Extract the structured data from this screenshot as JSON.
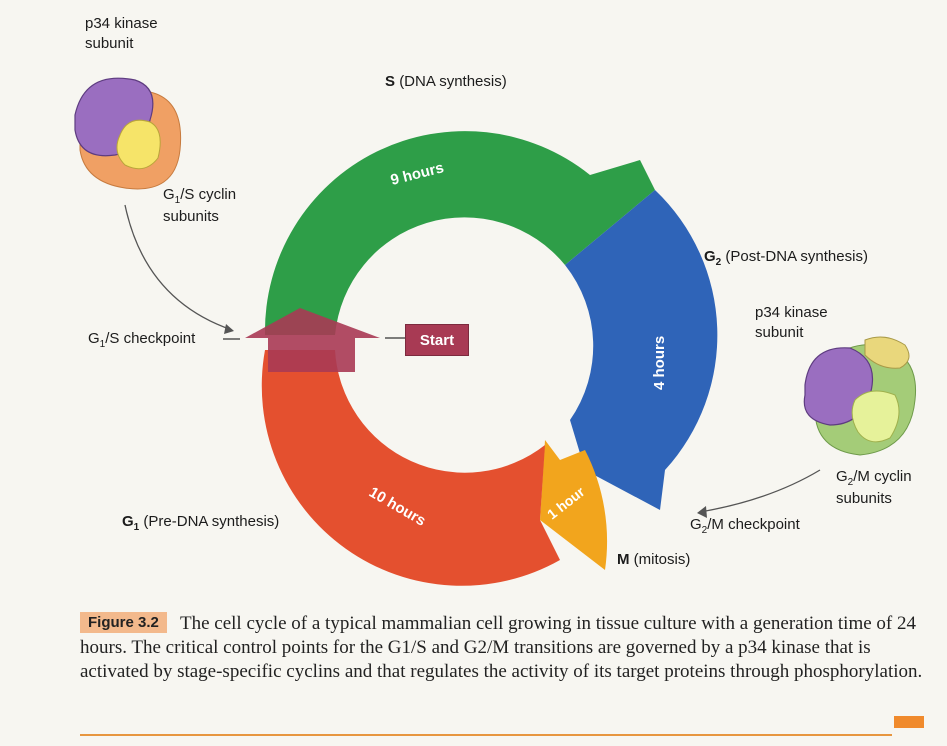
{
  "diagram": {
    "phase_s": {
      "letter": "S",
      "description": "(DNA synthesis)",
      "duration": "9 hours"
    },
    "phase_g2": {
      "letter": "G",
      "sub": "2",
      "description": "(Post-DNA synthesis)",
      "duration": "4 hours"
    },
    "phase_m": {
      "letter": "M",
      "description": "(mitosis)",
      "duration": "1 hour"
    },
    "phase_g1": {
      "letter": "G",
      "sub": "1",
      "description": "(Pre-DNA synthesis)",
      "duration": "10 hours"
    },
    "start_label": "Start",
    "g1s_checkpoint": {
      "prefix": "G",
      "sub": "1",
      "suffix": "/S checkpoint"
    },
    "g2m_checkpoint": {
      "prefix": "G",
      "sub": "2",
      "suffix": "/M checkpoint"
    },
    "complex_top": {
      "kinase_line1": "p34 kinase",
      "kinase_line2": "subunit",
      "cyclin_prefix": "G",
      "cyclin_sub": "1",
      "cyclin_suffix": "/S cyclin",
      "cyclin_line2": "subunits"
    },
    "complex_right": {
      "kinase_line1": "p34 kinase",
      "kinase_line2": "subunit",
      "cyclin_prefix": "G",
      "cyclin_sub": "2",
      "cyclin_suffix": "/M cyclin",
      "cyclin_line2": "subunits"
    },
    "colors": {
      "s_phase": "#2e9e48",
      "g2_phase": "#2f64b8",
      "m_phase": "#f2a51d",
      "g1_phase": "#e4502f",
      "start": "#a83a54",
      "kinase": "#9a6ec0",
      "cyclin_top": "#f0a064",
      "cyclin_right": "#a4cc78"
    }
  },
  "caption": {
    "label": "Figure 3.2",
    "text": "The cell cycle of a typical mammalian cell growing in tissue culture with a generation time of 24 hours. The critical control points for the G1/S and G2/M transitions are governed by a p34 kinase that is activated by stage-specific cyclins and that regulates the activity of its target proteins through phosphorylation."
  }
}
